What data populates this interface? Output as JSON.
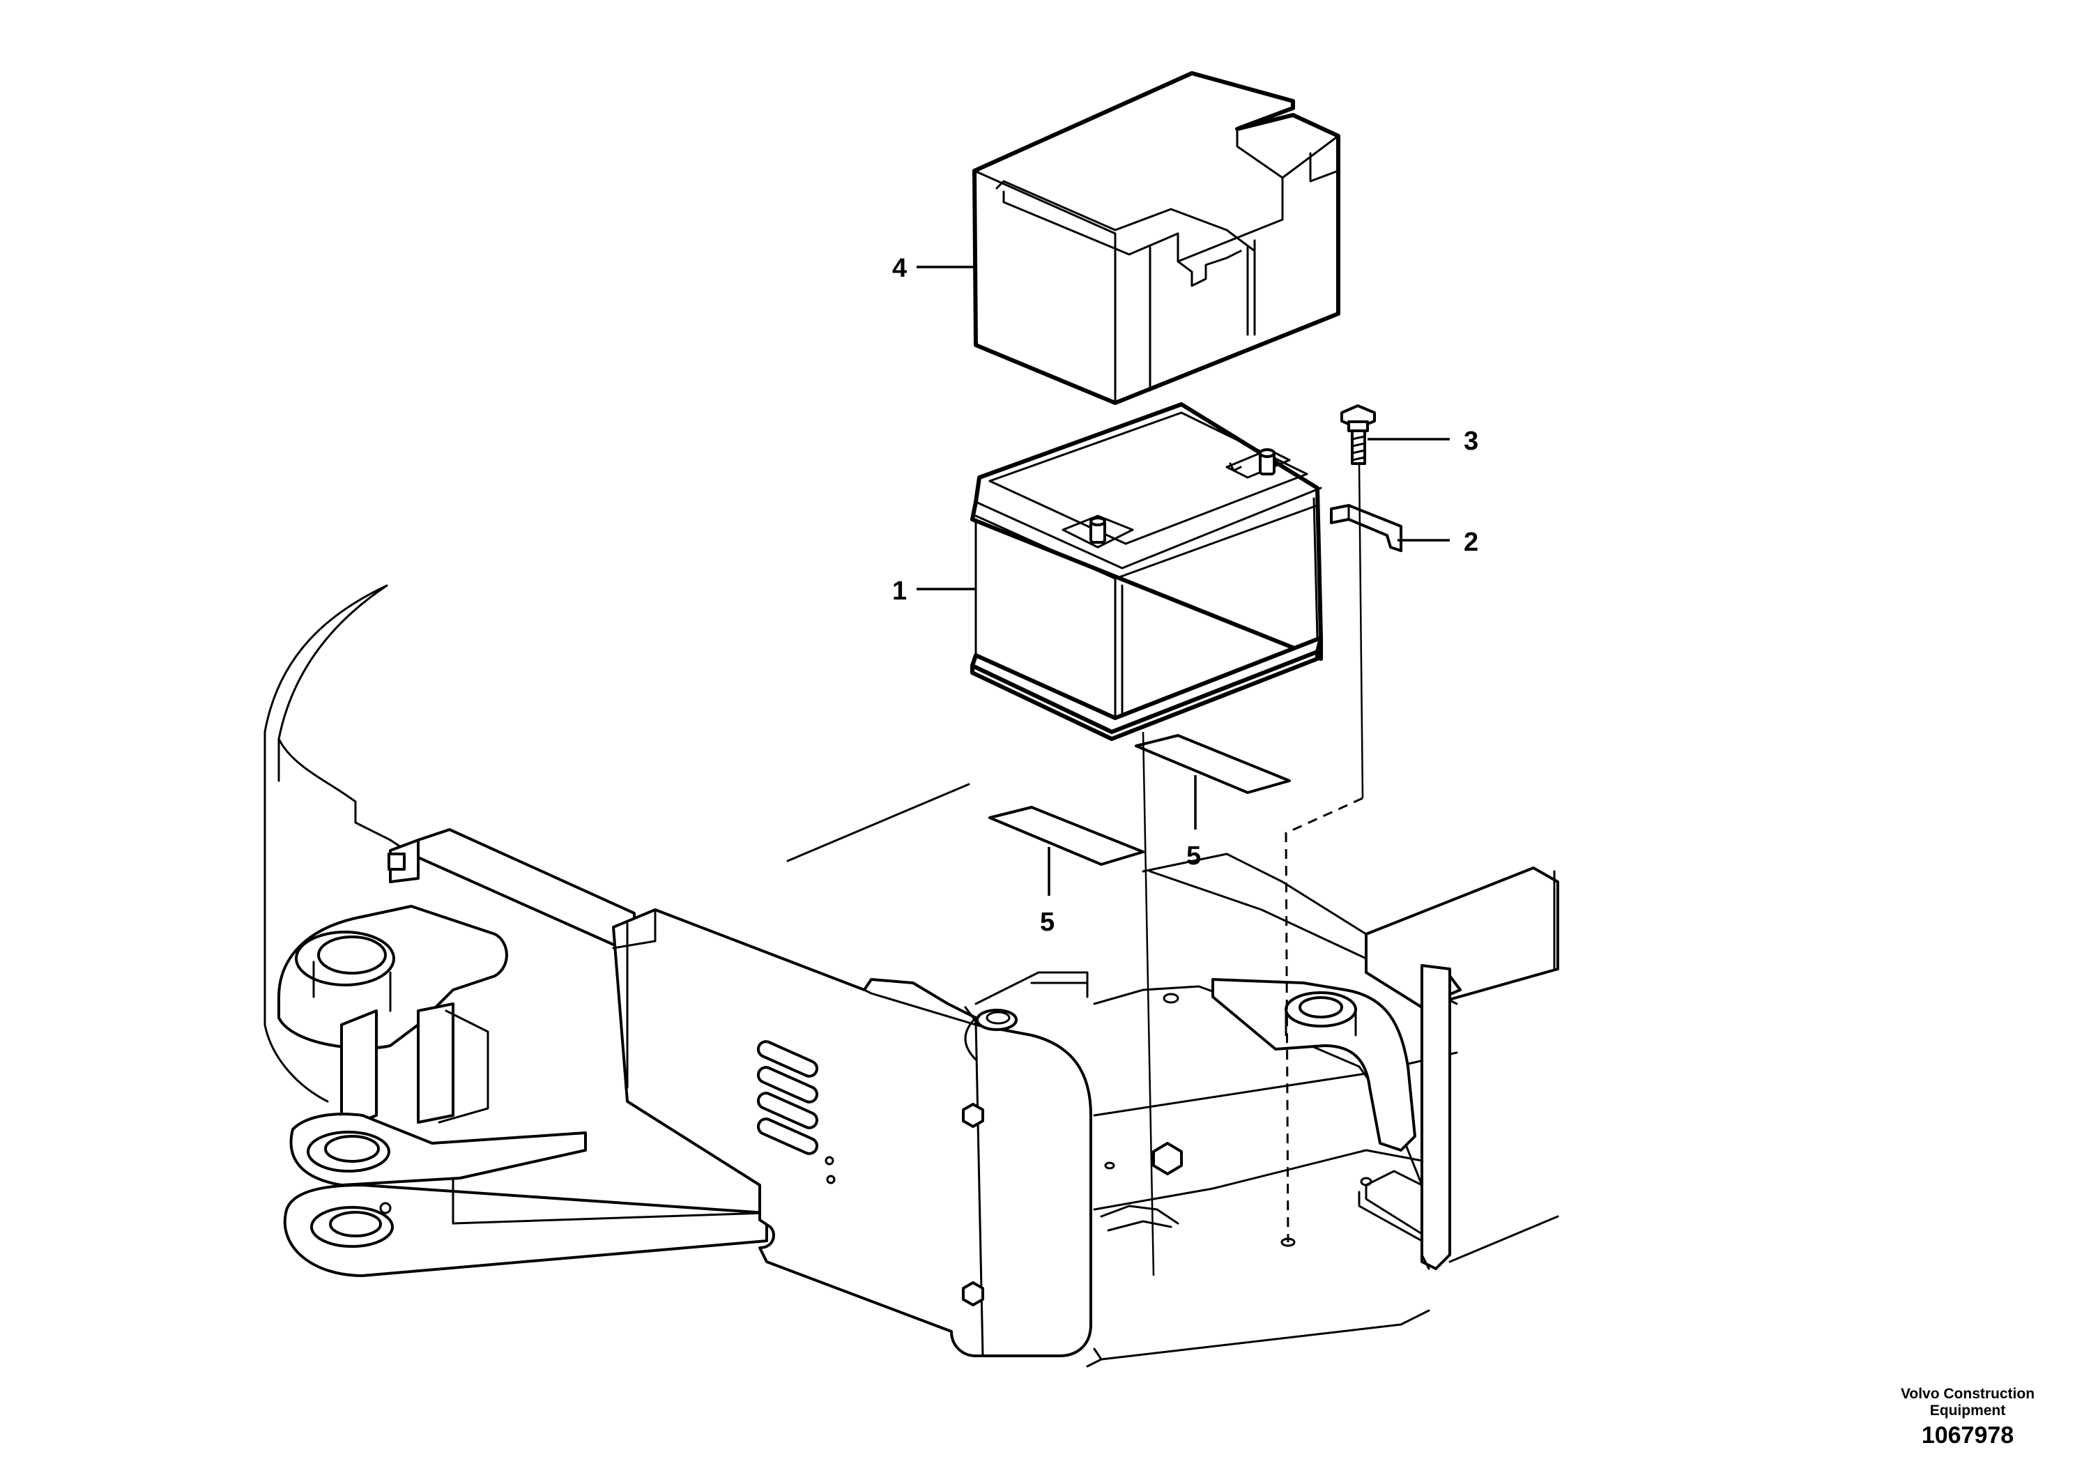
{
  "callouts": [
    {
      "id": "battery",
      "label": "1"
    },
    {
      "id": "clamp",
      "label": "2"
    },
    {
      "id": "bolt",
      "label": "3"
    },
    {
      "id": "cover",
      "label": "4"
    },
    {
      "id": "pad-right",
      "label": "5"
    },
    {
      "id": "pad-left",
      "label": "5"
    }
  ],
  "footer": {
    "brand_line1": "Volvo Construction",
    "brand_line2": "Equipment",
    "drawing_number": "1067978"
  }
}
